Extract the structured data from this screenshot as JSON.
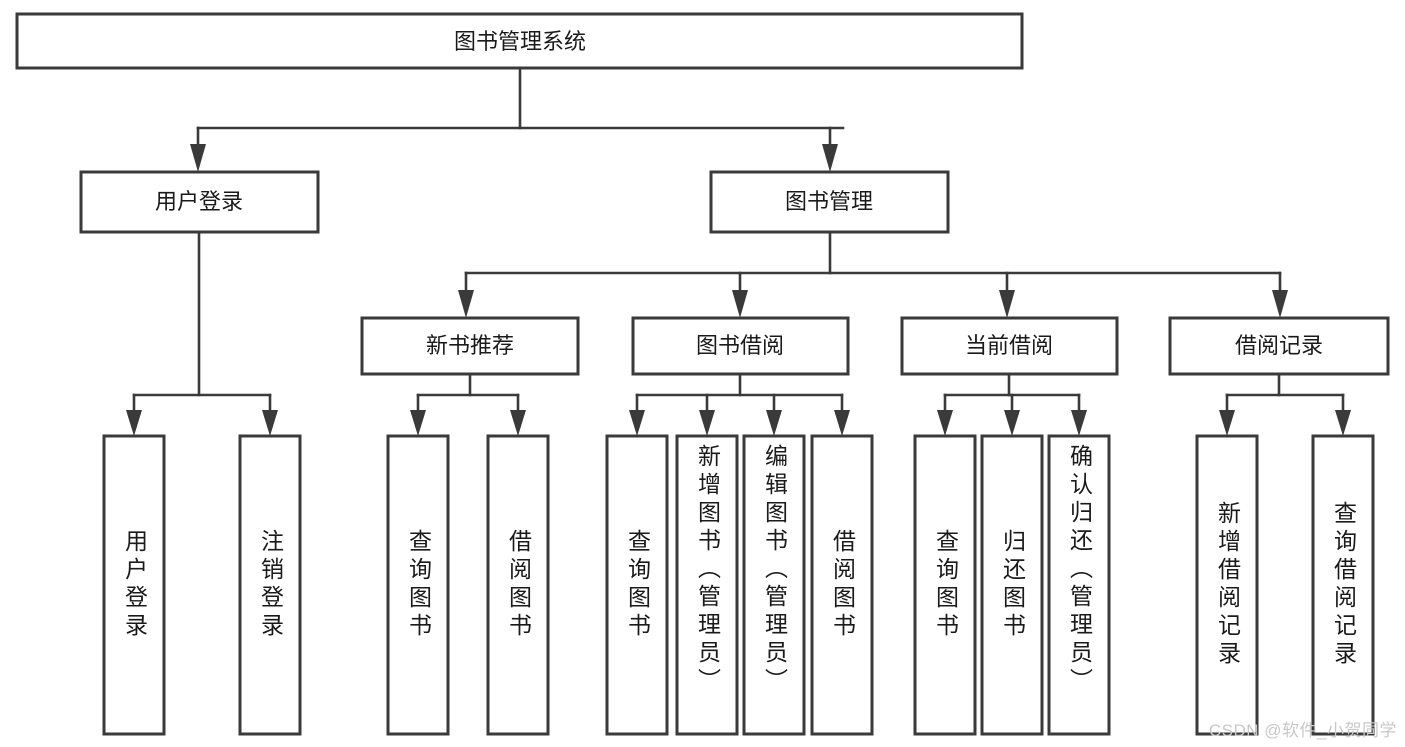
{
  "diagram": {
    "title_text": "图书管理系统",
    "type": "hierarchy-tree",
    "orientation": "top-down",
    "box_fill": "#ffffff",
    "box_stroke": "#3a3a3a",
    "text_color": "#1a1a1a",
    "background": "#ffffff",
    "root": {
      "id": "root",
      "label": "图书管理系统",
      "orientation": "horizontal"
    },
    "level2": [
      {
        "id": "user-login",
        "label": "用户登录",
        "orientation": "horizontal"
      },
      {
        "id": "book-manage",
        "label": "图书管理",
        "orientation": "horizontal"
      }
    ],
    "level3": [
      {
        "id": "new-book-recommend",
        "label": "新书推荐",
        "parent": "book-manage",
        "orientation": "horizontal"
      },
      {
        "id": "book-borrow",
        "label": "图书借阅",
        "parent": "book-manage",
        "orientation": "horizontal"
      },
      {
        "id": "current-borrow",
        "label": "当前借阅",
        "parent": "book-manage",
        "orientation": "horizontal"
      },
      {
        "id": "borrow-record",
        "label": "借阅记录",
        "parent": "book-manage",
        "orientation": "horizontal"
      }
    ],
    "leaves": [
      {
        "id": "leaf-user-login",
        "label": "用户登录",
        "parent": "user-login",
        "orientation": "vertical"
      },
      {
        "id": "leaf-logout",
        "label": "注销登录",
        "parent": "user-login",
        "orientation": "vertical"
      },
      {
        "id": "leaf-query-book-rec",
        "label": "查询图书",
        "parent": "new-book-recommend",
        "orientation": "vertical"
      },
      {
        "id": "leaf-borrow-book-rec",
        "label": "借阅图书",
        "parent": "new-book-recommend",
        "orientation": "vertical"
      },
      {
        "id": "leaf-query-book-bor",
        "label": "查询图书",
        "parent": "book-borrow",
        "orientation": "vertical"
      },
      {
        "id": "leaf-add-book",
        "label": "新增图书（管理员）",
        "parent": "book-borrow",
        "orientation": "vertical"
      },
      {
        "id": "leaf-edit-book",
        "label": "编辑图书（管理员）",
        "parent": "book-borrow",
        "orientation": "vertical"
      },
      {
        "id": "leaf-borrow-book-bor",
        "label": "借阅图书",
        "parent": "book-borrow",
        "orientation": "vertical"
      },
      {
        "id": "leaf-query-book-cur",
        "label": "查询图书",
        "parent": "current-borrow",
        "orientation": "vertical"
      },
      {
        "id": "leaf-return-book",
        "label": "归还图书",
        "parent": "current-borrow",
        "orientation": "vertical"
      },
      {
        "id": "leaf-confirm-return",
        "label": "确认归还（管理员）",
        "parent": "current-borrow",
        "orientation": "vertical"
      },
      {
        "id": "leaf-add-record",
        "label": "新增借阅记录",
        "parent": "borrow-record",
        "orientation": "vertical"
      },
      {
        "id": "leaf-query-record",
        "label": "查询借阅记录",
        "parent": "borrow-record",
        "orientation": "vertical"
      }
    ]
  },
  "watermark": {
    "text": "CSDN @软件_小贺同学"
  }
}
